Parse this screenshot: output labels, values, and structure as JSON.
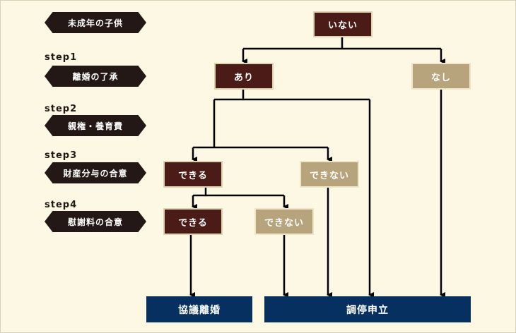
{
  "condition": {
    "label": "未成年の子供"
  },
  "steps": [
    {
      "step": "step1",
      "label": "離婚の了承"
    },
    {
      "step": "step2",
      "label": "親権・養育費"
    },
    {
      "step": "step3",
      "label": "財産分与の合意"
    },
    {
      "step": "step4",
      "label": "慰謝料の合意"
    }
  ],
  "nodes": {
    "inai": "いない",
    "ari": "あり",
    "nashi": "なし",
    "s3_dekiru": "できる",
    "s3_dekinai": "できない",
    "s4_dekiru": "できる",
    "s4_dekinai": "できない"
  },
  "results": {
    "kyogi": "協議離婚",
    "chotei": "調停申立"
  },
  "colors": {
    "background": "#fdf8e4",
    "label_tag": "#231815",
    "yes_node": "#4a1b17",
    "no_node": "#b8a47c",
    "result": "#05305f",
    "connector": "#000000"
  }
}
